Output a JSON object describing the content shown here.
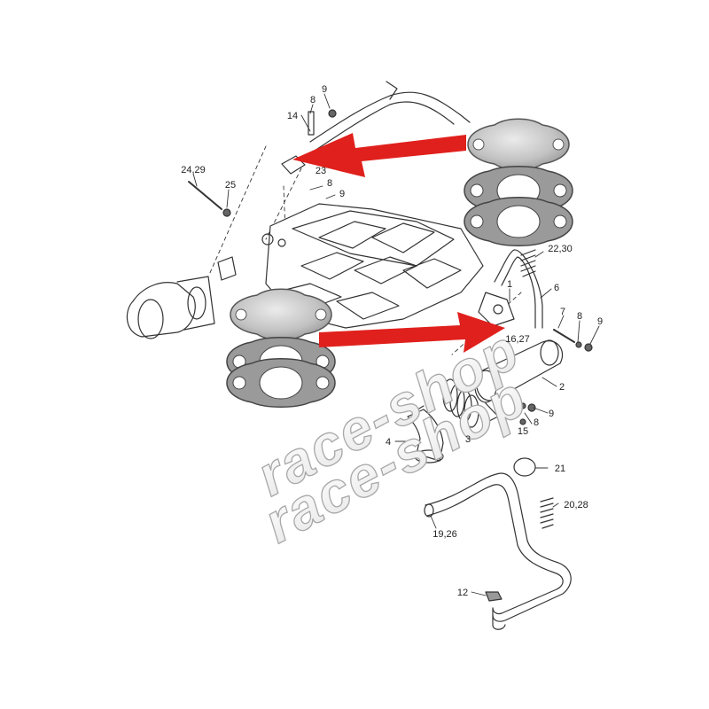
{
  "diagram": {
    "callouts": {
      "c9a": "9",
      "c8a": "8",
      "c14": "14",
      "c2429": "24,29",
      "c25a": "25",
      "c23": "23",
      "c8b": "8",
      "c9b": "9",
      "c2230": "22,30",
      "c1": "1",
      "c6": "6",
      "c7": "7",
      "c8c": "8",
      "c9c": "9",
      "c1627": "16,27",
      "c2": "2",
      "c8d": "8",
      "c9d": "9",
      "c15": "15",
      "c3": "3",
      "c4": "4",
      "c21": "21",
      "c2028": "20,28",
      "c1926": "19,26",
      "c12": "12"
    },
    "watermark": [
      "race-shop",
      "race-shop"
    ],
    "colors": {
      "arrow": "#e0201c",
      "line": "#333333",
      "plate": "#b8b8b8",
      "gasket": "#999999"
    }
  }
}
